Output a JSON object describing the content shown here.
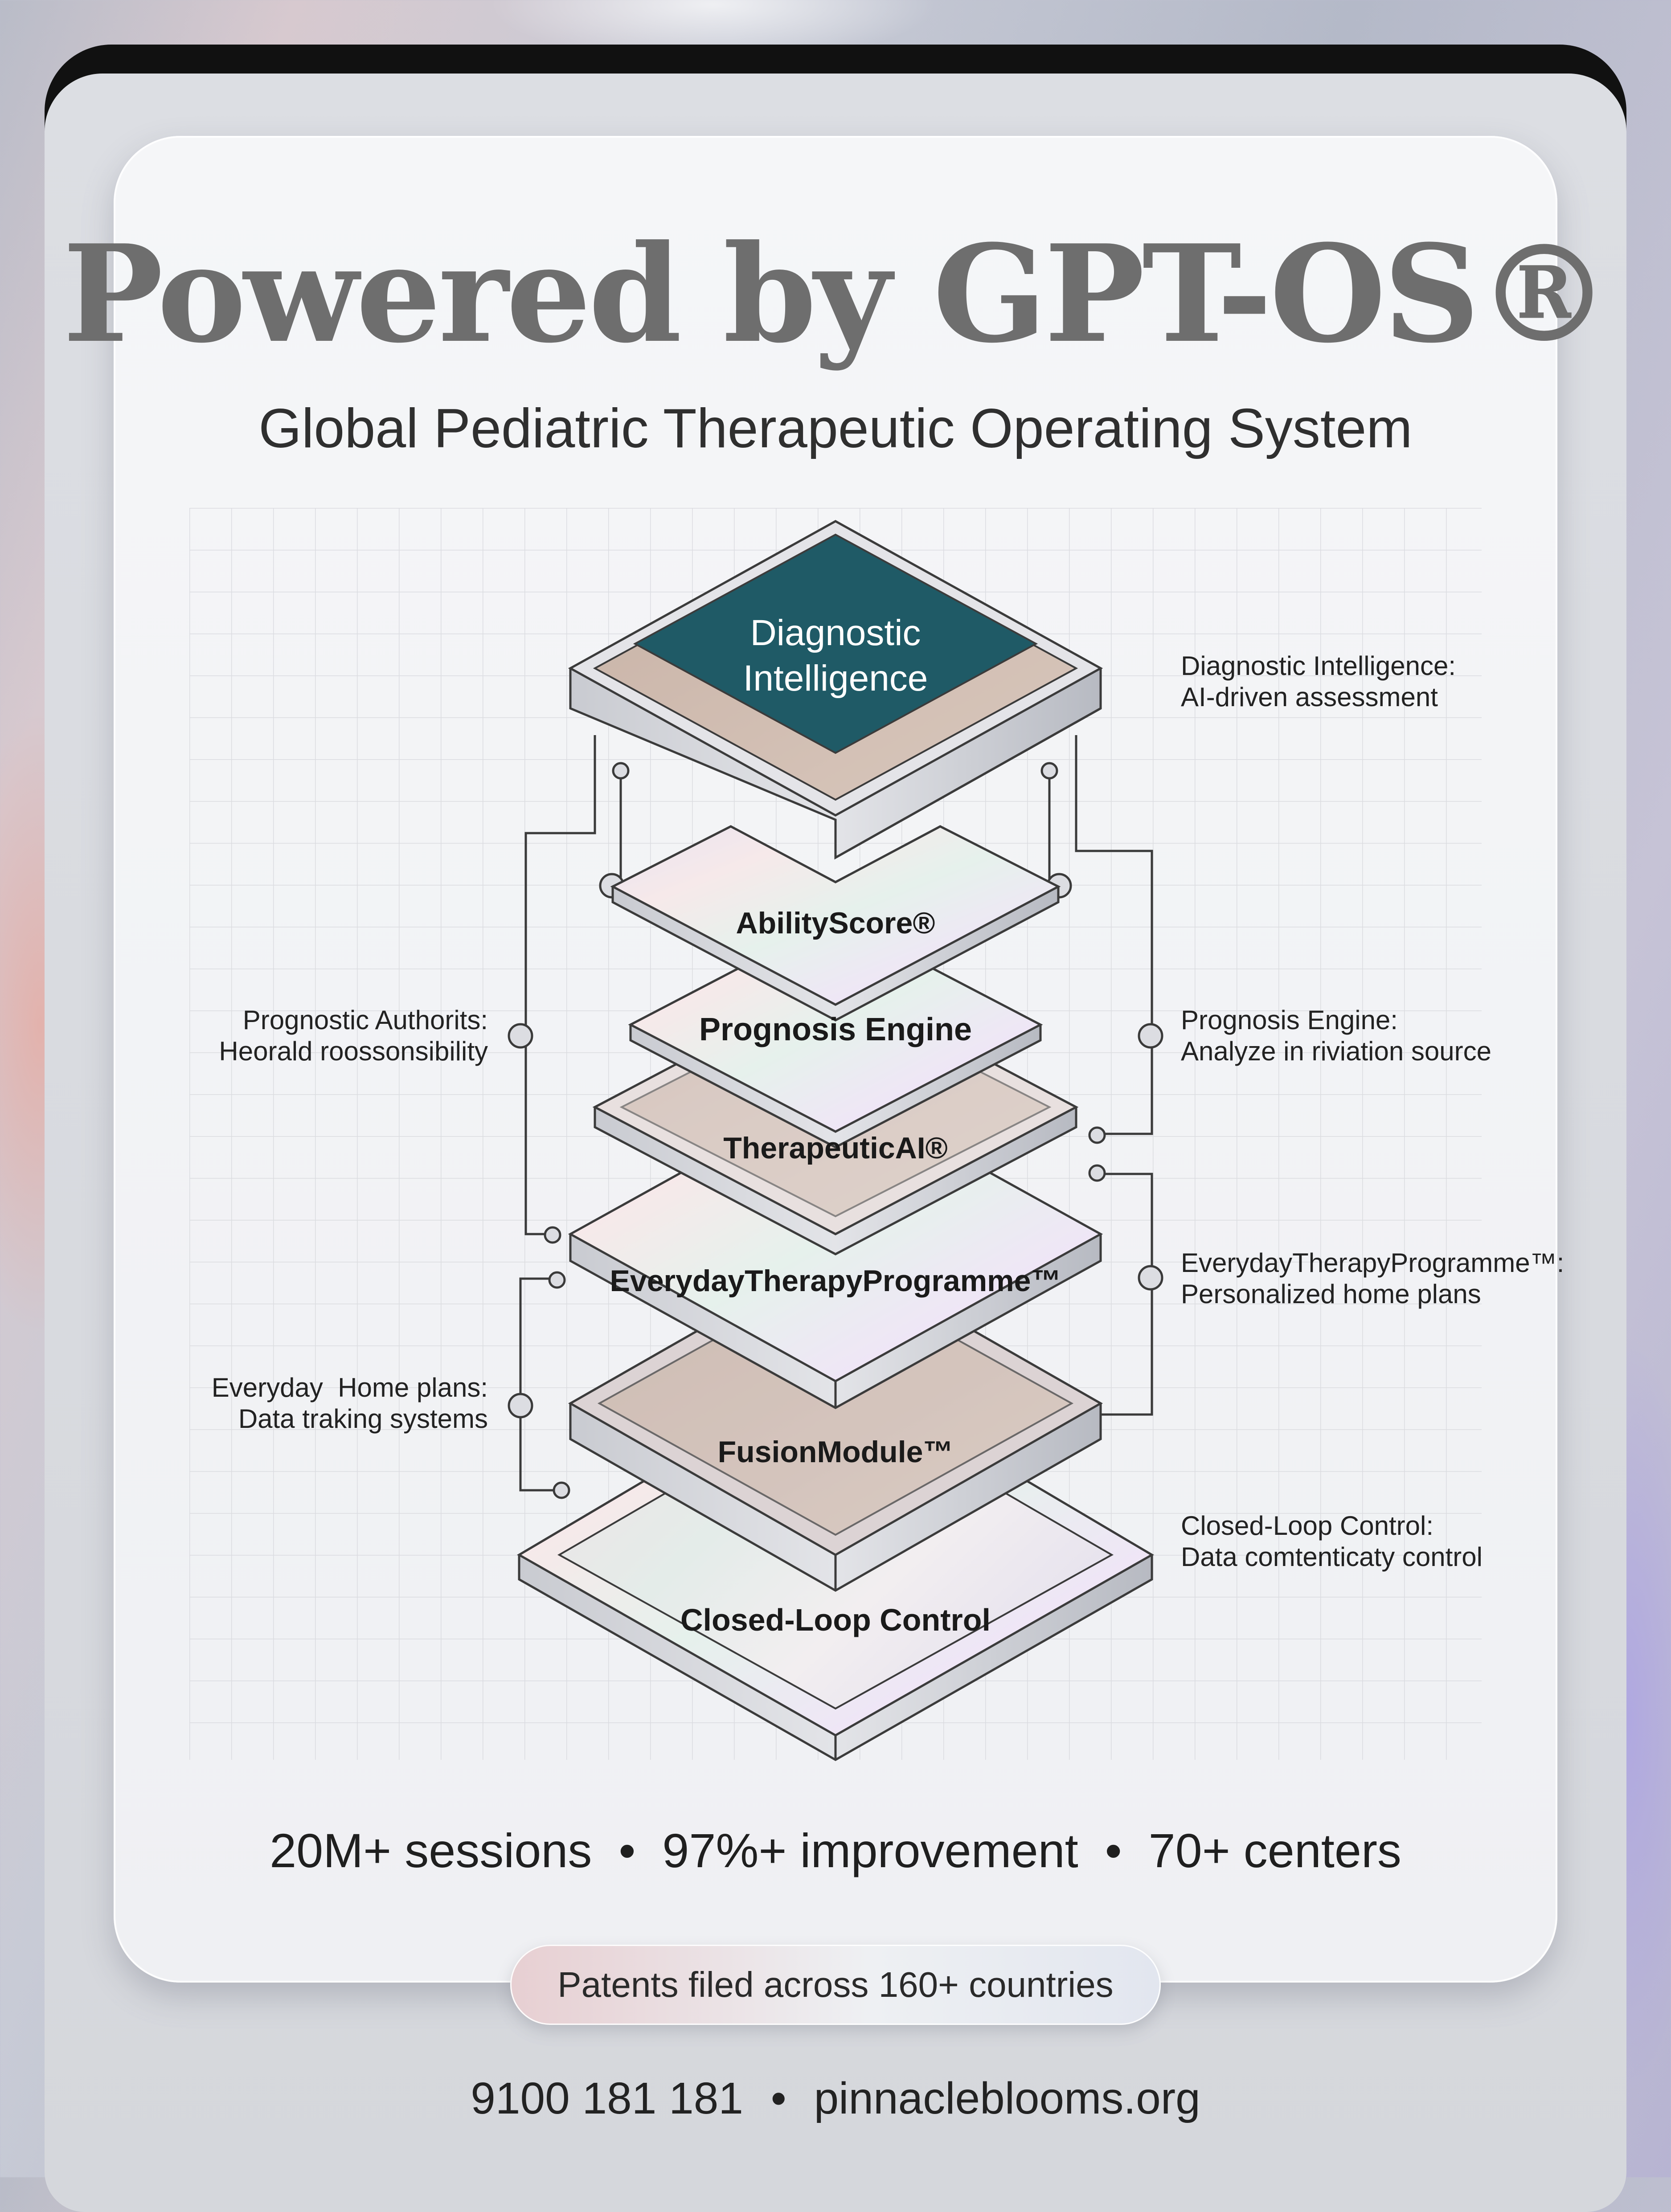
{
  "header": {
    "title": "Powered by GPT-OS®",
    "subtitle": "Global Pediatric Therapeutic Operating System"
  },
  "layers": [
    {
      "label_lines": [
        "Diagnostic",
        "Intelligence"
      ]
    },
    {
      "label": "AbilityScore®"
    },
    {
      "label": "Prognosis Engine"
    },
    {
      "label": "TherapeuticAI®"
    },
    {
      "label": "EverydayTherapyProgramme™"
    },
    {
      "label": "FusionModule™"
    },
    {
      "label": "Closed-Loop Control"
    }
  ],
  "annotations_right": [
    {
      "title": "Diagnostic Intelligence:",
      "desc": "AI-driven assessment"
    },
    {
      "title": "Prognosis Engine:",
      "desc": "Analyze in riviation source"
    },
    {
      "title": "EverydayTherapyProgramme™:",
      "desc": "Personalized home plans"
    },
    {
      "title": "Closed-Loop Control:",
      "desc": "Data comtenticaty control"
    }
  ],
  "annotations_left": [
    {
      "title": "Prognostic Authorits:",
      "desc": "Heorald roossonsibility"
    },
    {
      "title": "Everyday  Home plans:",
      "desc": "Data traking systems"
    }
  ],
  "stats": [
    "20M+ sessions",
    "97%+ improvement",
    "70+ centers"
  ],
  "stats_separator": "•",
  "badge": "Patents filed across 160+ countries",
  "contact": {
    "phone": "9100 181 181",
    "separator": "•",
    "website": "pinnacleblooms.org"
  },
  "colors": {
    "top_layer": "#1f5a66",
    "title": "#6e6e6e",
    "text": "#222222",
    "card": "#f2f3f5"
  }
}
